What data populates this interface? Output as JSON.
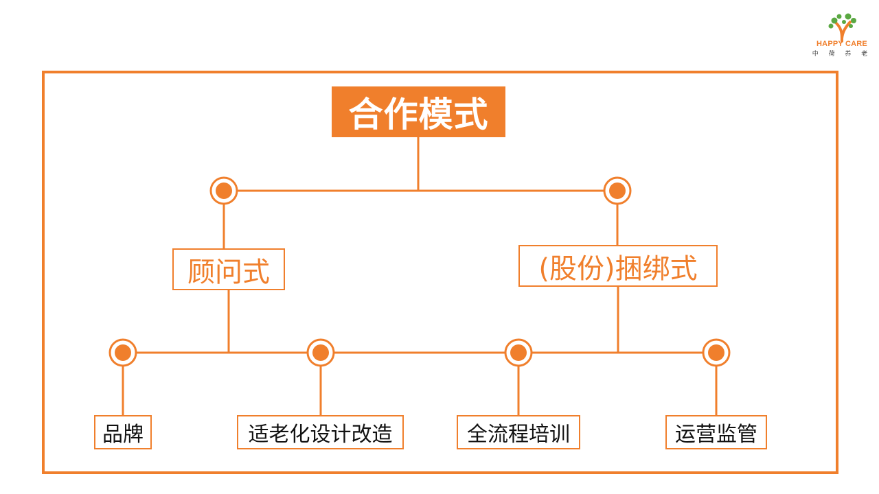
{
  "brand": {
    "name_en": "HAPPY CARE",
    "name_cn": "中 荷 养 老",
    "logo_icon": "tree-logo-icon"
  },
  "diagram": {
    "title": "合作模式",
    "modes": [
      {
        "label": "顾问式"
      },
      {
        "label": "(股份)捆绑式"
      }
    ],
    "items": [
      {
        "label": "品牌"
      },
      {
        "label": "适老化设计改造"
      },
      {
        "label": "全流程培训"
      },
      {
        "label": "运营监管"
      }
    ]
  },
  "colors": {
    "accent": "#f07f2c",
    "text": "#111111",
    "background": "#ffffff"
  }
}
